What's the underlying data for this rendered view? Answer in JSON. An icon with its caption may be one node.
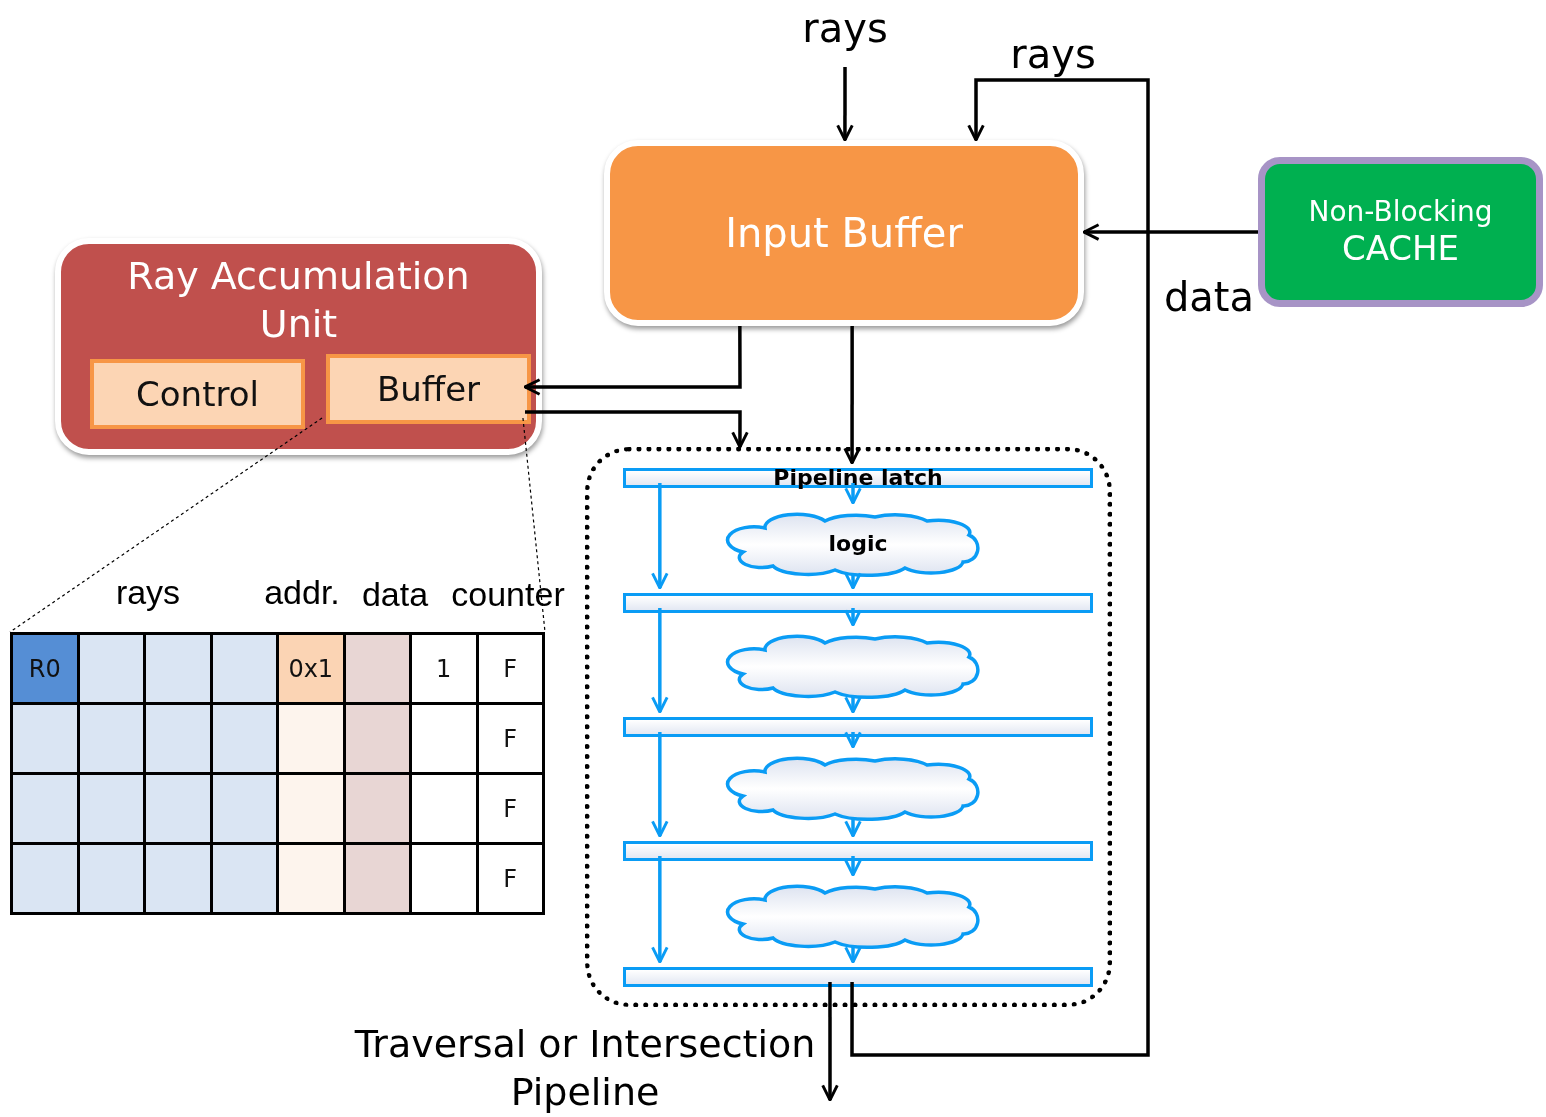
{
  "diagram": {
    "nodes": [
      {
        "text": [
          "Ray Accumulation Unit"
        ]
      },
      {
        "text": [
          "Control"
        ],
        "in": 0
      },
      {
        "text": [
          "Buffer"
        ],
        "in": 0
      },
      {
        "text": [
          "Input Buffer"
        ]
      },
      {
        "text": [
          "Non-Blocking",
          "CACHE"
        ]
      },
      {
        "text": [
          "Traversal or Intersection Pipeline"
        ]
      },
      {
        "text": [
          "Pipeline latch"
        ],
        "in": 5
      },
      {
        "text": [],
        "shape": "bar",
        "in": 5
      },
      {
        "text": [],
        "shape": "bar",
        "in": 5
      },
      {
        "text": [],
        "shape": "bar",
        "in": 5
      },
      {
        "text": [],
        "shape": "bar",
        "in": 5
      },
      {
        "text": [
          "logic"
        ],
        "in": 5
      },
      {
        "text": [],
        "shape": "cloud",
        "in": 5
      },
      {
        "text": [],
        "shape": "cloud",
        "in": 5
      },
      {
        "text": [],
        "shape": "cloud",
        "in": 5
      },
      {
        "text": [],
        "shape": "box"
      }
    ],
    "edges": [
      {
        "from": null,
        "to": 3,
        "arrow": "to",
        "label": "rays",
        "color": "#000000"
      },
      {
        "from": 10,
        "to": 3,
        "arrow": "to",
        "label": "rays",
        "color": "#000000"
      },
      {
        "from": 4,
        "to": 3,
        "arrow": "to",
        "label": "data",
        "color": "#000000"
      },
      {
        "from": 3,
        "to": 2,
        "arrow": "to",
        "color": "#000000"
      },
      {
        "from": 2,
        "to": 5,
        "arrow": "to",
        "color": "#000000"
      },
      {
        "from": 3,
        "to": 6,
        "arrow": "to",
        "color": "#000000"
      },
      {
        "from": 10,
        "to": null,
        "arrow": "to",
        "color": "#000000"
      },
      {
        "from": 6,
        "to": 11,
        "arrow": "to"
      },
      {
        "from": 11,
        "to": 7,
        "arrow": "to"
      },
      {
        "from": 7,
        "to": 12,
        "arrow": "to"
      },
      {
        "from": 12,
        "to": 8,
        "arrow": "to"
      },
      {
        "from": 8,
        "to": 13,
        "arrow": "to"
      },
      {
        "from": 13,
        "to": 9,
        "arrow": "to"
      },
      {
        "from": 9,
        "to": 14,
        "arrow": "to"
      },
      {
        "from": 14,
        "to": 10,
        "arrow": "to"
      },
      {
        "from": 6,
        "to": 7,
        "arrow": "to"
      },
      {
        "from": 7,
        "to": 8,
        "arrow": "to"
      },
      {
        "from": 8,
        "to": 9,
        "arrow": "to"
      },
      {
        "from": 9,
        "to": 10,
        "arrow": "to"
      },
      {
        "from": 2,
        "to": 15,
        "arrow": "none",
        "style": "dashed",
        "color": "#000000"
      },
      {
        "from": 2,
        "to": 15,
        "arrow": "none",
        "style": "dashed",
        "color": "#000000"
      }
    ],
    "labels": [
      "rays",
      "addr.",
      "data",
      "counter",
      "R0",
      "0x1",
      "1",
      "F",
      "F",
      "F",
      "F"
    ]
  }
}
